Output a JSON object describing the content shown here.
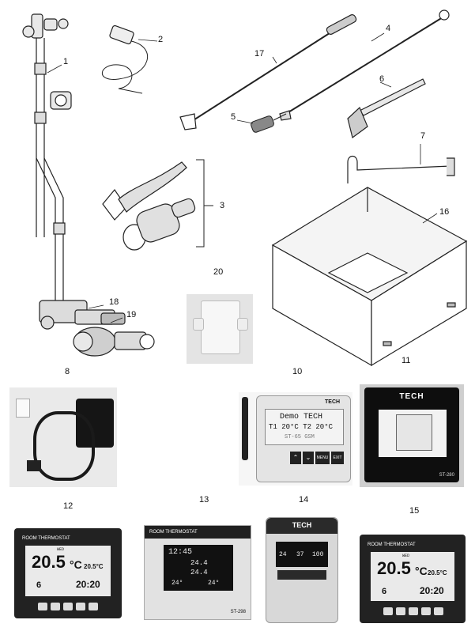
{
  "callouts": {
    "n1": "1",
    "n2": "2",
    "n3": "3",
    "n4": "4",
    "n5": "5",
    "n6": "6",
    "n7": "7",
    "n8": "8",
    "n10": "10",
    "n11": "11",
    "n12": "12",
    "n13": "13",
    "n14": "14",
    "n15": "15",
    "n16": "16",
    "n17": "17",
    "n18": "18",
    "n19": "19",
    "n20": "20"
  },
  "device10": {
    "brand": "TECH",
    "line1": "Demo TECH",
    "line2": "T1 20°C  T2 20°C",
    "line3": "ST-65 GSM",
    "btn_menu": "MENU",
    "btn_exit": "EXIT"
  },
  "device11": {
    "brand": "TECH",
    "model": "ST-280"
  },
  "thermostat12": {
    "header": "ROOM THERMOSTAT",
    "big_temp": "20.5",
    "unit": "°C",
    "small_temp": "20.5°C",
    "clock": "20:20",
    "day": "WED",
    "prog": "6"
  },
  "thermostat13": {
    "header": "ROOM THERMOSTAT",
    "clock": "12:45",
    "v1": "24.4",
    "v2": "24.4",
    "v3": "24°",
    "v4": "24°",
    "model": "ST-298"
  },
  "controller14": {
    "brand": "TECH",
    "v1": "24",
    "v2": "37",
    "v3": "100"
  },
  "thermostat15": {
    "header": "ROOM THERMOSTAT",
    "big_temp": "20.5",
    "unit": "°C",
    "small_temp": "20.5°C",
    "clock": "20:20",
    "day": "WED",
    "prog": "6"
  }
}
